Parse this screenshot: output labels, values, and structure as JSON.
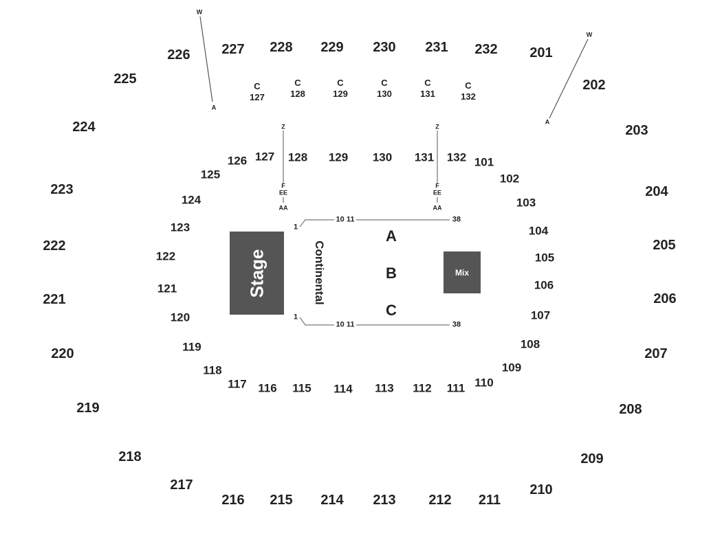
{
  "colors": {
    "stage_fill": "#555555",
    "mix_fill": "#555555",
    "text": "#222222",
    "line": "#555555"
  },
  "upper_sections": [
    "201",
    "202",
    "203",
    "204",
    "205",
    "206",
    "207",
    "208",
    "209",
    "210",
    "211",
    "212",
    "213",
    "214",
    "215",
    "216",
    "217",
    "218",
    "219",
    "220",
    "221",
    "222",
    "223",
    "224",
    "225",
    "226",
    "227",
    "228",
    "229",
    "230",
    "231",
    "232"
  ],
  "lower_sections": [
    "101",
    "102",
    "103",
    "104",
    "105",
    "106",
    "107",
    "108",
    "109",
    "110",
    "111",
    "112",
    "113",
    "114",
    "115",
    "116",
    "117",
    "118",
    "119",
    "120",
    "121",
    "122",
    "123",
    "124",
    "125",
    "126",
    "127",
    "128",
    "129",
    "130",
    "131",
    "132"
  ],
  "club_sections": [
    {
      "letter": "C",
      "num": "127"
    },
    {
      "letter": "C",
      "num": "128"
    },
    {
      "letter": "C",
      "num": "129"
    },
    {
      "letter": "C",
      "num": "130"
    },
    {
      "letter": "C",
      "num": "131"
    },
    {
      "letter": "C",
      "num": "132"
    }
  ],
  "row_markers": {
    "left_ramp": {
      "top": "W",
      "bottom": "A"
    },
    "right_ramp": {
      "top": "W",
      "bottom": "A"
    },
    "left_aisle": {
      "top": "Z",
      "f": "F",
      "ee": "EE",
      "aa": "AA"
    },
    "right_aisle": {
      "top": "Z",
      "f": "F",
      "ee": "EE",
      "aa": "AA"
    }
  },
  "floor": {
    "stage": "Stage",
    "continental": "Continental",
    "mix": "Mix",
    "sections": [
      "A",
      "B",
      "C"
    ],
    "seat_top": {
      "start": "1",
      "mid": "10 11",
      "end": "38"
    },
    "seat_bottom": {
      "start": "1",
      "mid": "10 11",
      "end": "38"
    }
  }
}
